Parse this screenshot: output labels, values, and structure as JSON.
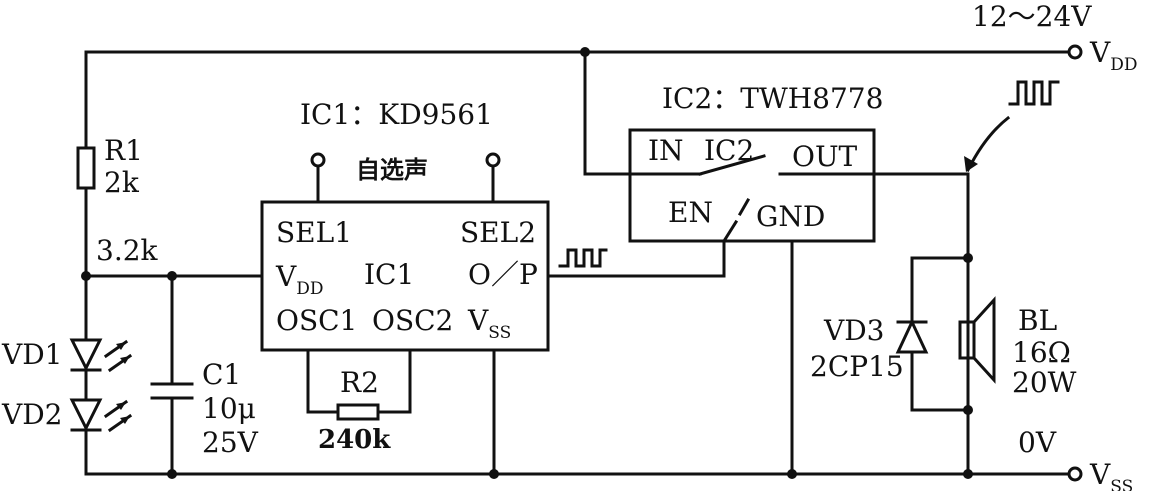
{
  "supply_voltage": "12～24V",
  "vdd_main": "V",
  "vdd_sub": "DD",
  "vss_voltage": "0V",
  "vss_main": "V",
  "vss_sub": "SS",
  "ic1": {
    "title": "IC1：KD9561",
    "select_label": "自选声",
    "sel1": "SEL1",
    "sel2": "SEL2",
    "vdd_main": "V",
    "vdd_sub": "DD",
    "name": "IC1",
    "op": "O／P",
    "osc1": "OSC1",
    "osc2": "OSC2",
    "vss_main": "V",
    "vss_sub": "SS"
  },
  "ic2": {
    "title": "IC2：TWH8778",
    "in": "IN",
    "name": "IC2",
    "out": "OUT",
    "en": "EN",
    "gnd": "GND"
  },
  "r1": {
    "name": "R1",
    "value": "2k"
  },
  "node_voltage": "3.2k",
  "r2": {
    "name": "R2",
    "value": "240k"
  },
  "c1": {
    "name": "C1",
    "value": "10μ",
    "voltage": "25V"
  },
  "vd1": "VD1",
  "vd2": "VD2",
  "vd3": {
    "name": "VD3",
    "type": "2CP15"
  },
  "bl": {
    "name": "BL",
    "impedance": "16Ω",
    "power": "20W"
  }
}
